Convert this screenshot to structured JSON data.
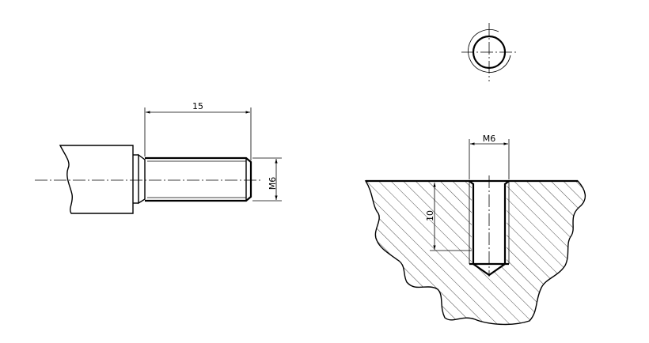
{
  "bolt_view": {
    "length_dimension": "15",
    "diameter_dimension": "M6"
  },
  "hole_view": {
    "diameter_dimension": "M6",
    "depth_dimension": "10"
  },
  "colors": {
    "line": "#000000",
    "background": "#ffffff"
  }
}
